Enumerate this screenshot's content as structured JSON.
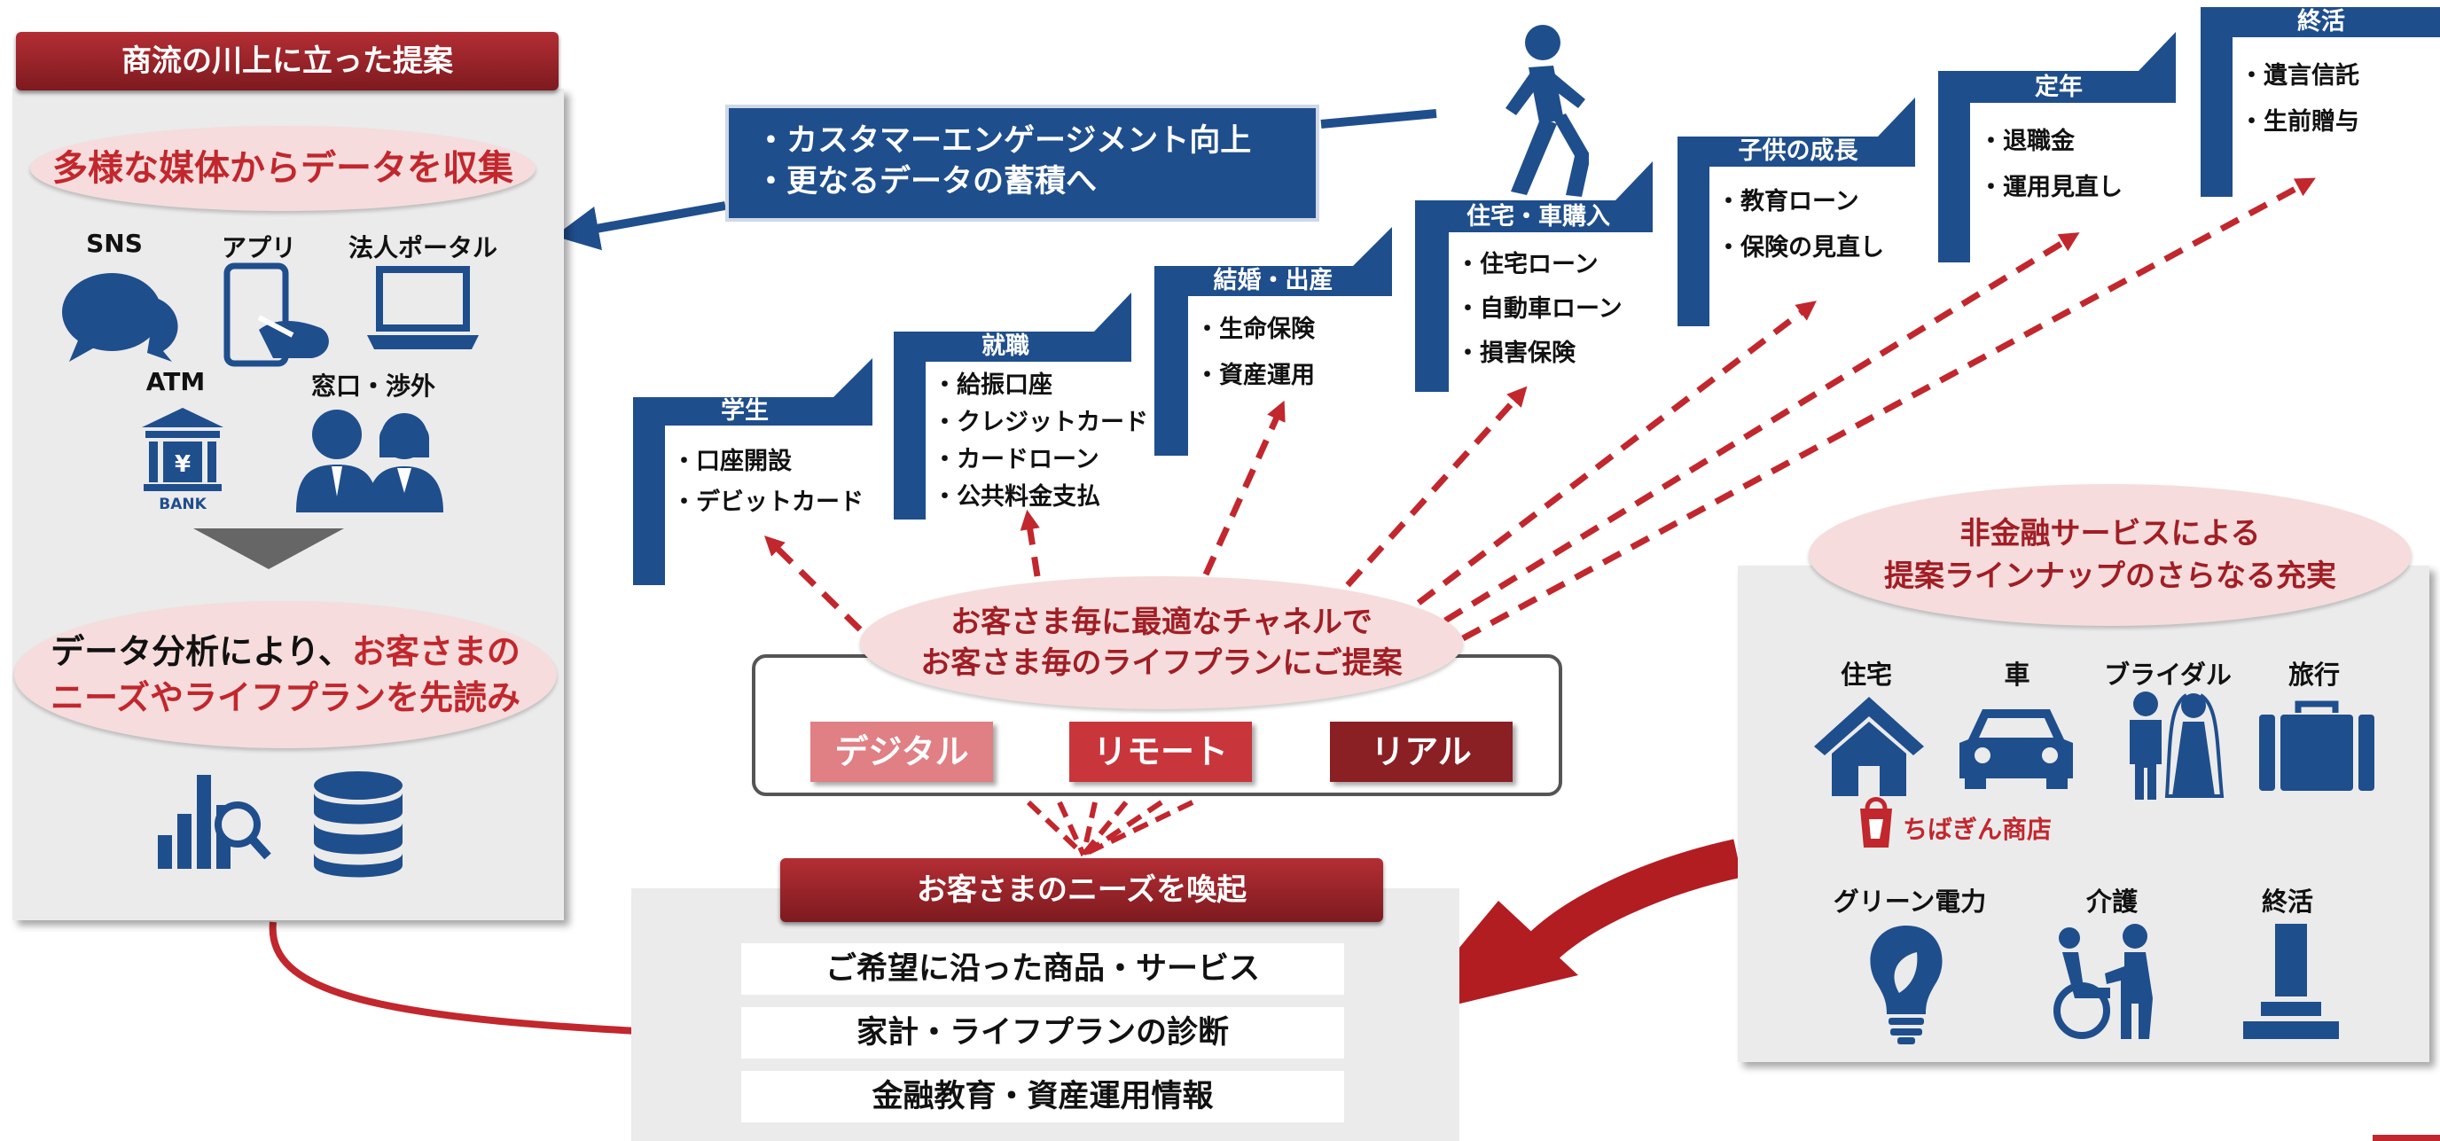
{
  "left": {
    "title": "商流の川上に立った提案",
    "collect": "多様な媒体からデータを収集",
    "icons": {
      "sns": "SNS",
      "app": "アプリ",
      "portal": "法人ポータル",
      "atm": "ATM",
      "counter": "窓口・渉外",
      "bank_text": "BANK",
      "yen": "¥"
    },
    "analysis_line1_black": "データ分析により、",
    "analysis_line1_red": "お客さまの",
    "analysis_line2": "ニーズやライフプランを先読み"
  },
  "banner": {
    "line1": "・カスタマーエンゲージメント向上",
    "line2": "・更なるデータの蓄積へ"
  },
  "stages": [
    {
      "title": "学生",
      "items": [
        "・口座開設",
        "・デビットカード"
      ]
    },
    {
      "title": "就職",
      "items": [
        "・給振口座",
        "・クレジットカード",
        "・カードローン",
        "・公共料金支払"
      ]
    },
    {
      "title": "結婚・出産",
      "items": [
        "・生命保険",
        "・資産運用"
      ]
    },
    {
      "title": "住宅・車購入",
      "items": [
        "・住宅ローン",
        "・自動車ローン",
        "・損害保険"
      ]
    },
    {
      "title": "子供の成長",
      "items": [
        "・教育ローン",
        "・保険の見直し"
      ]
    },
    {
      "title": "定年",
      "items": [
        "・退職金",
        "・運用見直し"
      ]
    },
    {
      "title": "終活",
      "items": [
        "・遺言信託",
        "・生前贈与"
      ]
    }
  ],
  "channel": {
    "line1": "お客さま毎に最適なチャネルで",
    "line2": "お客さま毎のライフプランにご提案",
    "digital": "デジタル",
    "remote": "リモート",
    "real": "リアル"
  },
  "needs": {
    "title": "お客さまのニーズを喚起",
    "items": [
      "ご希望に沿った商品・サービス",
      "家計・ライフプランの診断",
      "金融教育・資産運用情報"
    ]
  },
  "services": {
    "line1": "非金融サービスによる",
    "line2": "提案ラインナップのさらなる充実",
    "housing": "住宅",
    "car": "車",
    "bridal": "ブライダル",
    "travel": "旅行",
    "shop": "ちばぎん商店",
    "green_power": "グリーン電力",
    "care": "介護",
    "end_of_life": "終活"
  },
  "colors": {
    "navy": "#1f4e8c",
    "red": "#c1272d",
    "dark_red": "#7d1a1f",
    "pink": "#f6dcdc",
    "digital": "#e07f84",
    "remote": "#c8363c",
    "real": "#8a1f24"
  }
}
